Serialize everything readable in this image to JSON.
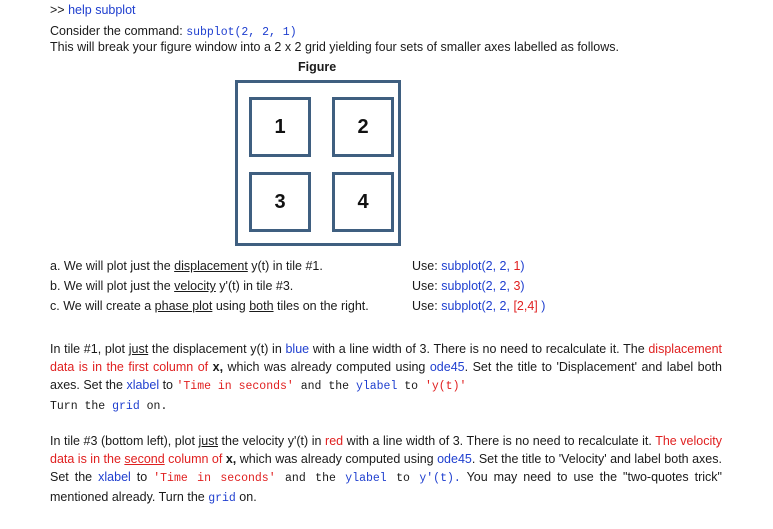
{
  "header": {
    "prompt": ">>",
    "command": "help subplot"
  },
  "intro": {
    "consider_prefix": "Consider the command: ",
    "command_code": "subplot(2, 2, 1)",
    "break_text": "This will break your figure window into a 2 x 2 grid yielding four sets of smaller axes labelled as follows."
  },
  "figure": {
    "title": "Figure",
    "tiles": [
      "1",
      "2",
      "3",
      "4"
    ]
  },
  "steps": [
    {
      "prefix": "a. We will plot just the ",
      "underlined": "displacement",
      "suffix": " y(t) in tile #1.",
      "use_label": "Use:",
      "use_code_blue": "subplot(2, 2, ",
      "use_code_red": "1",
      "use_code_end": ")"
    },
    {
      "prefix": "b. We will plot just the ",
      "underlined": "velocity",
      "suffix": " y'(t) in tile #3.",
      "use_label": "Use:",
      "use_code_blue": "subplot(2, 2, ",
      "use_code_red": "3",
      "use_code_end": ")"
    },
    {
      "prefix": "c. We will create a ",
      "underlined": "phase plot",
      "middle": " using ",
      "underlined2": "both",
      "suffix": " tiles on the right.",
      "use_label": "Use:",
      "use_code_blue": "subplot(2, 2, ",
      "use_code_red": "[2,4]",
      "use_code_end": " )"
    }
  ],
  "para1": {
    "t1": "In tile #1, plot ",
    "just": "just",
    "t2": " the displacement y(t) in ",
    "blue": "blue",
    "t3": " with a line width of 3. There is no need to recalculate it. The ",
    "red_part": "displacement data is in the first column of ",
    "x": "x,",
    "t4": " which was already computed using ",
    "ode": "ode45",
    "t5": ". Set the title to 'Displacement' and label both axes. Set the ",
    "xlabel": "xlabel",
    "t6": " to ",
    "xlabel_val": "'Time in seconds'",
    "and_the": " and the ",
    "ylabel": "ylabel",
    "to": " to ",
    "ylabel_val": "'y(t)'",
    "turn": "Turn the ",
    "grid": "grid",
    "on": " on."
  },
  "para2": {
    "t1": "In tile #3 (bottom left), plot ",
    "just": "just",
    "t2": " the velocity y'(t) in ",
    "red": "red",
    "t3": " with a line width of 3. There is no need to recalculate it. ",
    "red_a": "The velocity data is in the ",
    "second": "second",
    "red_b": " column of ",
    "x": "x,",
    "t4": " which was already computed using ",
    "ode": "ode45",
    "t5": ". Set the title to 'Velocity' and label both axes. Set the ",
    "xlabel": "xlabel",
    "t6": " to ",
    "xlabel_val": "'Time in seconds'",
    "and_the": " and the ",
    "ylabel": "ylabel",
    "to": " to ",
    "ylabel_val": "y'(t).",
    "t7": " You may need to use the \"two-quotes trick\" mentioned already. Turn the ",
    "grid": "grid",
    "on": " on."
  }
}
